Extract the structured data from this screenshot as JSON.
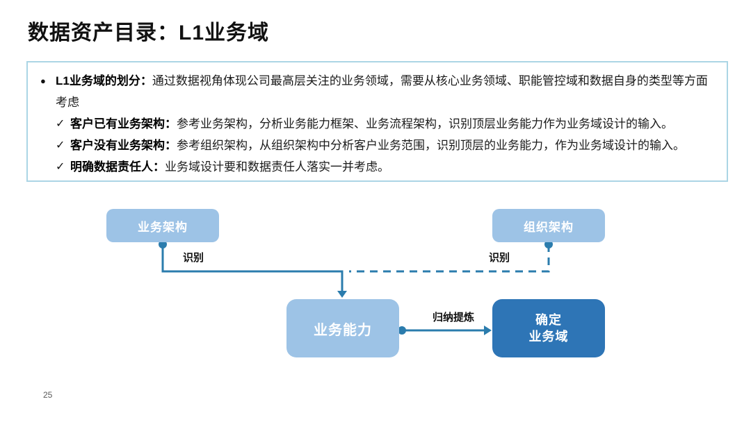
{
  "slide": {
    "title": "数据资产目录：L1业务域",
    "page_number": "25"
  },
  "colors": {
    "light_box": "#9DC3E6",
    "dark_box": "#2E75B6",
    "connector": "#2B7CAD",
    "info_border": "#ABD5E5",
    "text": "#1A1A1A",
    "page_number": "#595959"
  },
  "info_box": {
    "bullet_marker": "●",
    "check_marker": "✓",
    "main_point": {
      "lead": "L1业务域的划分：",
      "text": "通过数据视角体现公司最高层关注的业务领域，需要从核心业务领域、职能管控域和数据自身的类型等方面考虑"
    },
    "sub_points": [
      {
        "lead": "客户已有业务架构：",
        "text": "参考业务架构，分析业务能力框架、业务流程架构，识别顶层业务能力作为业务域设计的输入。"
      },
      {
        "lead": "客户没有业务架构：",
        "text": "参考组织架构，从组织架构中分析客户业务范围，识别顶层的业务能力，作为业务域设计的输入。"
      },
      {
        "lead": "明确数据责任人：",
        "text": "业务域设计要和数据责任人落实一并考虑。"
      }
    ]
  },
  "diagram": {
    "nodes": {
      "business_arch": "业务架构",
      "org_arch": "组织架构",
      "business_capability": "业务能力",
      "confirm_domain_line1": "确定",
      "confirm_domain_line2": "业务域"
    },
    "edge_labels": {
      "identify_left": "识别",
      "identify_right": "识别",
      "refine": "归纳提炼"
    }
  }
}
